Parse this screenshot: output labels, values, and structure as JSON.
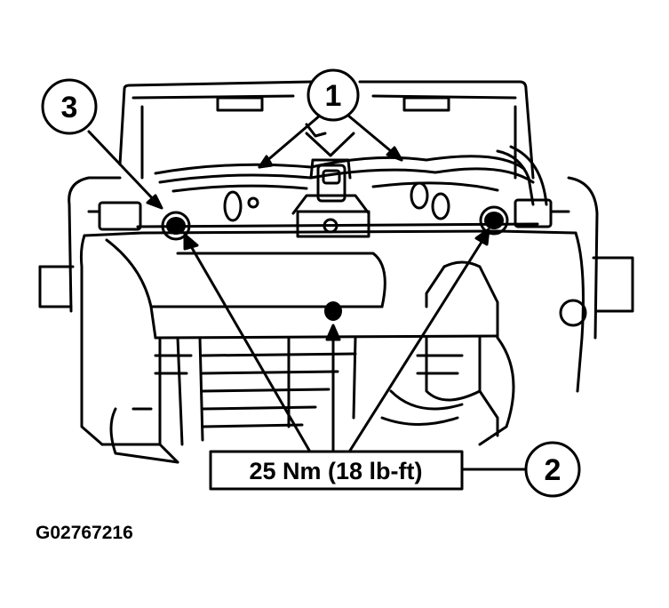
{
  "callouts": {
    "one": "1",
    "two": "2",
    "three": "3"
  },
  "torque_label": "25 Nm (18 lb-ft)",
  "figure_id": "G02767216",
  "colors": {
    "ink": "#000000",
    "paper": "#ffffff"
  }
}
